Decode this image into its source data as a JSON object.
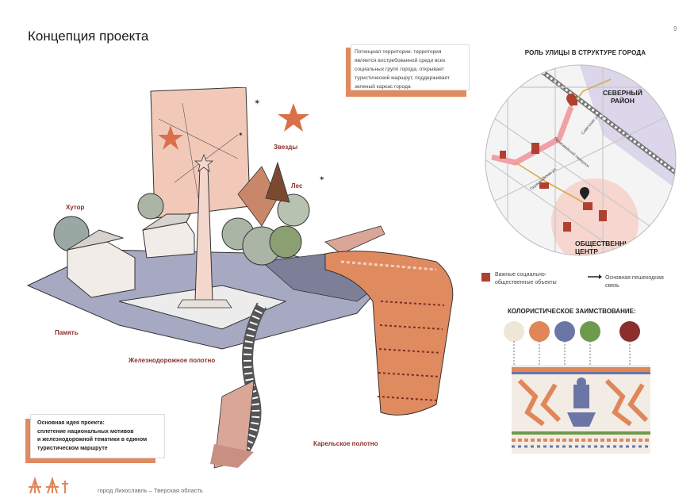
{
  "header": {
    "title": "Концепция проекта",
    "page_number": "9"
  },
  "potential_note": {
    "lines": [
      "Потенциал территории: территория",
      "является востребованной среди всех",
      "социальных групп города, открывает",
      "туристический маршрут, поддерживает",
      "зеленый каркас города"
    ]
  },
  "illustration_labels": {
    "stars": "Звезды",
    "forest": "Лес",
    "khutor": "Хутор",
    "memory": "Память",
    "railway": "Железнодорожное полотно",
    "karelian": "Карельское полотно"
  },
  "street_map": {
    "title": "РОЛЬ УЛИЦЫ В СТРУКТУРЕ ГОРОДА",
    "north_district": [
      "СЕВЕРНЫЙ",
      "РАЙОН"
    ],
    "public_center": [
      "ОБЩЕСТВЕННЫЙ",
      "ЦЕНТР"
    ],
    "street_labels": [
      "Советская ул.",
      "Первомайский переулок",
      "Первомайская ул."
    ]
  },
  "legend": {
    "objects": "Важные социально-общественные объекты",
    "route": "Основная пешеходная связь"
  },
  "color_borrowing": {
    "title": "КОЛОРИСТИЧЕСКОЕ ЗАИМСТВОВАНИЕ:",
    "swatches": [
      "#efe6d8",
      "#e0875a",
      "#6b76a6",
      "#6e9a4e",
      "#8b2e2e"
    ]
  },
  "idea": {
    "lines": [
      "Основная идея проекта:",
      "сплетение национальных мотивов",
      "и железнодорожной тематики в едином",
      "туристическом маршруте"
    ]
  },
  "footer": {
    "text": "город Лихославль – Тверская область"
  }
}
